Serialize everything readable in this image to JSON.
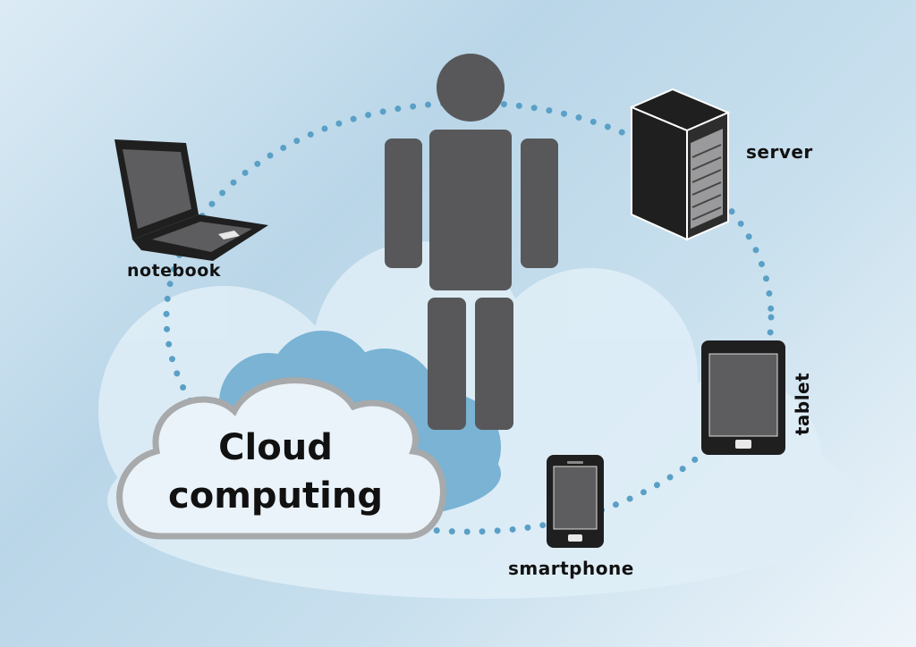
{
  "diagram": {
    "center_text": [
      "Cloud",
      "computing"
    ],
    "devices": {
      "notebook": "notebook",
      "server": "server",
      "tablet": "tablet",
      "smartphone": "smartphone"
    },
    "icons": [
      "person-icon",
      "laptop-icon",
      "server-icon",
      "tablet-icon",
      "smartphone-icon",
      "cloud-icon"
    ],
    "colors": {
      "background": "#c9e0ee",
      "dots": "#5aa0c6",
      "device": "#1f1f1f",
      "person": "#58585a",
      "cloud_blue": "#7ab3d3",
      "cloud_outline": "#a7a9ab",
      "cloud_fill": "#eaf3f9"
    }
  }
}
